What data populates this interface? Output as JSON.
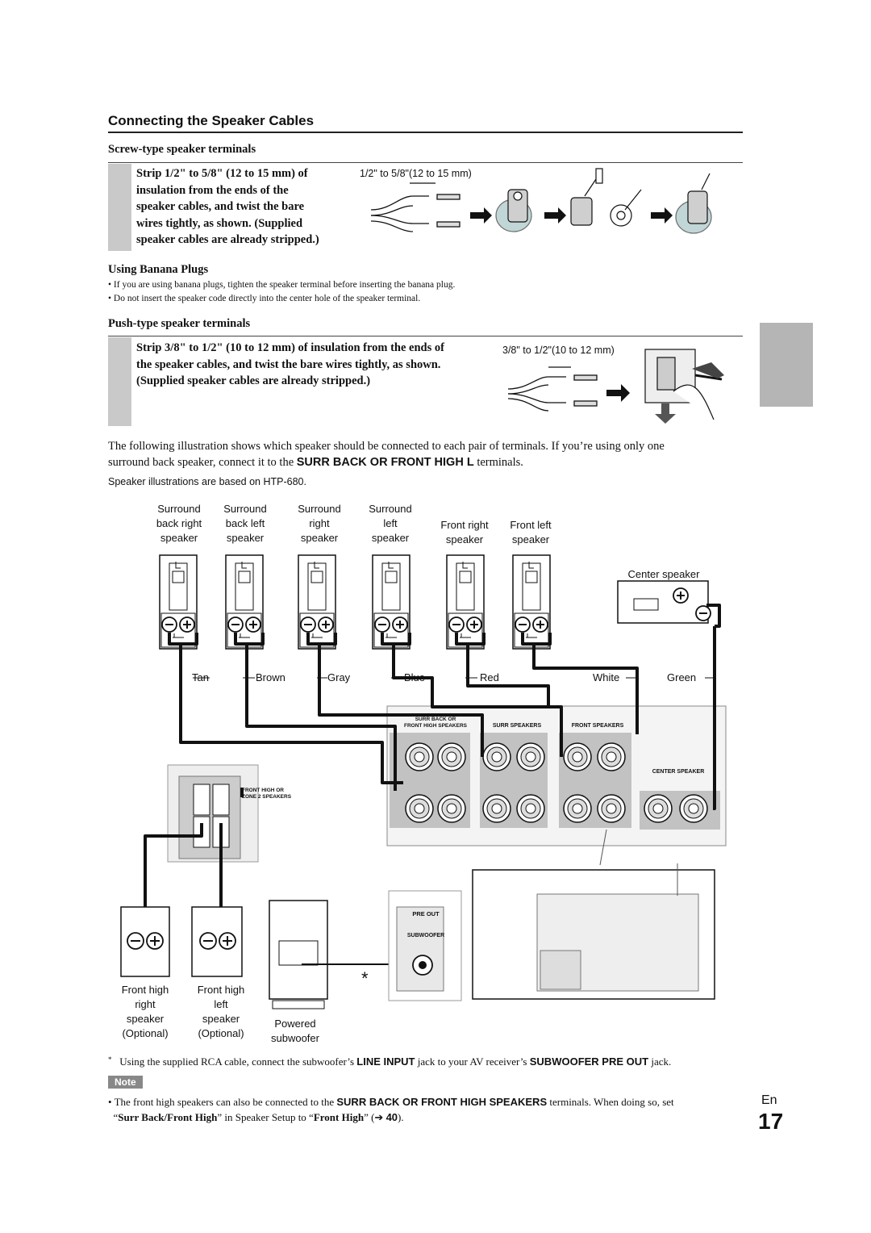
{
  "section_title": "Connecting the Speaker Cables",
  "screw": {
    "heading": "Screw-type speaker terminals",
    "step_lines": [
      "Strip 1/2\" to 5/8\" (12 to 15 mm) of",
      "insulation from the ends of the",
      "speaker cables, and twist the bare",
      "wires tightly, as shown. (Supplied",
      "speaker cables are already stripped.)"
    ],
    "dimension": "1/2\" to 5/8\"(12 to 15 mm)"
  },
  "banana": {
    "heading": "Using Banana Plugs",
    "bullets": [
      "If you are using banana plugs, tighten the speaker terminal before inserting the banana plug.",
      "Do not insert the speaker code directly into the center hole of the speaker terminal."
    ]
  },
  "push": {
    "heading": "Push-type speaker terminals",
    "step_lines": [
      "Strip 3/8\" to 1/2\" (10 to 12 mm) of insulation from the ends of",
      "the speaker cables, and twist the bare wires tightly, as shown.",
      "(Supplied speaker cables are already stripped.)"
    ],
    "dimension": "3/8\" to 1/2\"(10 to 12 mm)"
  },
  "intro": {
    "line1": "The following illustration shows which speaker should be connected to each pair of terminals. If you’re using only one",
    "line2_pre": "surround back speaker, connect it to the ",
    "line2_bold": "SURR BACK OR FRONT HIGH L",
    "line2_post": " terminals.",
    "based_on": "Speaker illustrations are based on HTP-680."
  },
  "diagram": {
    "speakers": [
      {
        "lines": [
          "Surround",
          "back right",
          "speaker"
        ],
        "wire": "Tan"
      },
      {
        "lines": [
          "Surround",
          "back left",
          "speaker"
        ],
        "wire": "Brown"
      },
      {
        "lines": [
          "Surround",
          "right",
          "speaker"
        ],
        "wire": "Gray"
      },
      {
        "lines": [
          "Surround",
          "left",
          "speaker"
        ],
        "wire": "Blue"
      },
      {
        "lines": [
          "Front right",
          "speaker"
        ],
        "wire": "Red"
      },
      {
        "lines": [
          "Front left",
          "speaker"
        ],
        "wire": "White"
      }
    ],
    "center": {
      "label": "Center speaker",
      "wire": "Green"
    },
    "panel": {
      "surr_back": "SURR BACK OR FRONT HIGH SPEAKERS",
      "surr_back_l1": "SURR BACK OR",
      "surr_back_l2": "FRONT HIGH SPEAKERS",
      "surr": "SURR SPEAKERS",
      "front": "FRONT SPEAKERS",
      "center": "CENTER SPEAKER",
      "fh_l1": "FRONT HIGH OR",
      "fh_l2": "ZONE 2 SPEAKERS",
      "pre_out": "PRE OUT",
      "subwoofer": "SUBWOOFER"
    },
    "front_high_right": [
      "Front high",
      "right",
      "speaker",
      "(Optional)"
    ],
    "front_high_left": [
      "Front high",
      "left",
      "speaker",
      "(Optional)"
    ],
    "subwoofer": [
      "Powered",
      "subwoofer"
    ],
    "asterisk": "*"
  },
  "footnote": {
    "mark": "*",
    "pre": "Using the supplied RCA cable, connect the subwoofer’s ",
    "b1": "LINE INPUT",
    "mid": " jack to your AV receiver’s ",
    "b2": "SUBWOOFER PRE OUT",
    "post": " jack."
  },
  "note": {
    "badge": "Note",
    "pre": "The front high speakers can also be connected to the ",
    "b1": "SURR BACK OR FRONT HIGH SPEAKERS",
    "mid": " terminals. When doing so, set",
    "q1": "“",
    "b2": "Surr Back/Front High",
    "mid2": "” in Speaker Setup to “",
    "b3": "Front High",
    "post": "” (➔ ",
    "b4": "40",
    "end": ")."
  },
  "page": {
    "lang": "En",
    "number": "17"
  }
}
